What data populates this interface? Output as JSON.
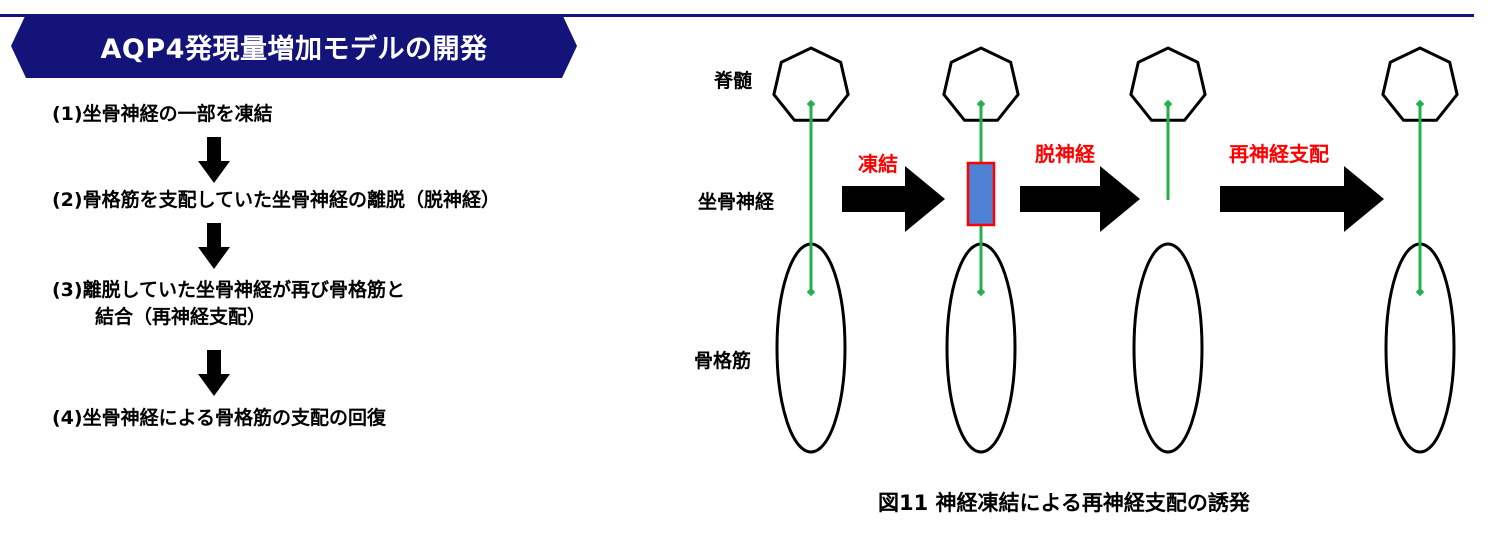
{
  "banner": {
    "title": "AQP4発現量増加モデルの開発"
  },
  "steps": [
    {
      "num": "(1)",
      "text": "坐骨神経の一部を凍結",
      "cont": ""
    },
    {
      "num": "(2)",
      "text": "骨格筋を支配していた坐骨神経の離脱（脱神経）",
      "cont": ""
    },
    {
      "num": "(3)",
      "text": "離脱していた坐骨神経が再び骨格筋と",
      "cont": "結合（再神経支配）"
    },
    {
      "num": "(4)",
      "text": "坐骨神経による骨格筋の支配の回復",
      "cont": ""
    }
  ],
  "diagram": {
    "labels": {
      "spinal_cord": "脊髄",
      "sciatic_nerve": "坐骨神経",
      "skeletal_muscle": "骨格筋"
    },
    "transitions": [
      "凍結",
      "脱神経",
      "再神経支配"
    ]
  },
  "caption": "図11 神経凍結による再神経支配の誘発",
  "colors": {
    "banner": "#13137a",
    "nerve": "#22b14c",
    "freeze_fill": "#4f81d4",
    "freeze_border": "#ff0000",
    "transition_text": "#ff0000"
  }
}
